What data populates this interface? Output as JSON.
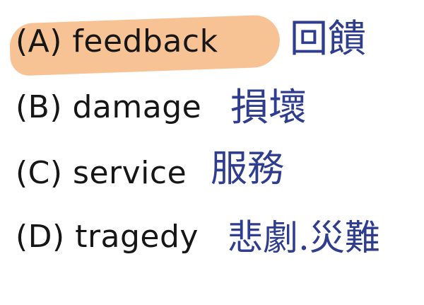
{
  "options": [
    {
      "letter": "(A)",
      "word": "feedback",
      "text": "(A) feedback",
      "note": "回饋",
      "highlighted": true
    },
    {
      "letter": "(B)",
      "word": "damage",
      "text": "(B) damage",
      "note": "損壞",
      "highlighted": false
    },
    {
      "letter": "(C)",
      "word": "service",
      "text": "(C) service",
      "note": "服務",
      "highlighted": false
    },
    {
      "letter": "(D)",
      "word": "tragedy",
      "text": "(D) tragedy",
      "note": "悲劇.災難",
      "highlighted": false
    }
  ],
  "colors": {
    "highlight": "#f7c08f",
    "text": "#161616",
    "handwriting": "#2f3d8f"
  }
}
